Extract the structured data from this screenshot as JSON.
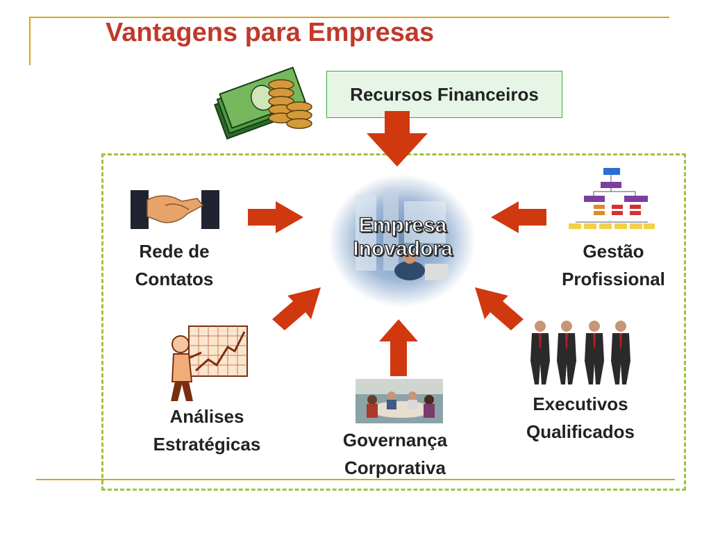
{
  "slide": {
    "title": "Vantagens para Empresas",
    "financial_box": "Recursos Financeiros",
    "center": {
      "line1": "Empresa",
      "line2": "Inovadora"
    },
    "items": {
      "rede": {
        "line1": "Rede de",
        "line2": "Contatos"
      },
      "gestao": {
        "line1": "Gestão",
        "line2": "Profissional"
      },
      "analises": {
        "line1": "Análises",
        "line2": "Estratégicas"
      },
      "governanca": {
        "line1": "Governança",
        "line2": "Corporativa"
      },
      "executivos": {
        "line1": "Executivos",
        "line2": "Qualificados"
      }
    }
  },
  "colors": {
    "title": "#c0392b",
    "arrow": "#d0380f",
    "dashed_border": "#9dc43f",
    "rule": "#d4a420",
    "box_border": "#39a83c"
  },
  "icons": [
    "money-icon",
    "handshake-icon",
    "org-chart-icon",
    "presenter-chart-icon",
    "meeting-photo-icon",
    "executives-icon",
    "office-photo-icon"
  ]
}
